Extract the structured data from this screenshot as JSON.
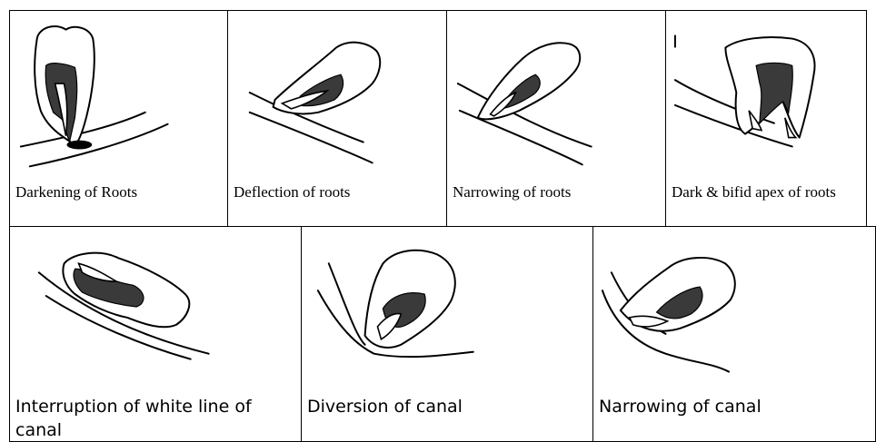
{
  "panels": [
    {
      "id": "darkening",
      "label": "Darkening of Roots",
      "font": "serif"
    },
    {
      "id": "deflection",
      "label": "Deflection of roots",
      "font": "serif"
    },
    {
      "id": "narrowing-roots",
      "label": "Narrowing of roots",
      "font": "serif"
    },
    {
      "id": "dark-bifid",
      "label": "Dark &  bifid apex of roots",
      "font": "serif"
    },
    {
      "id": "interruption",
      "label": "Interruption of white line of canal",
      "font": "sans"
    },
    {
      "id": "diversion",
      "label": "Diversion of canal",
      "font": "sans"
    },
    {
      "id": "narrowing-canal",
      "label": "Narrowing of canal",
      "font": "sans"
    }
  ]
}
